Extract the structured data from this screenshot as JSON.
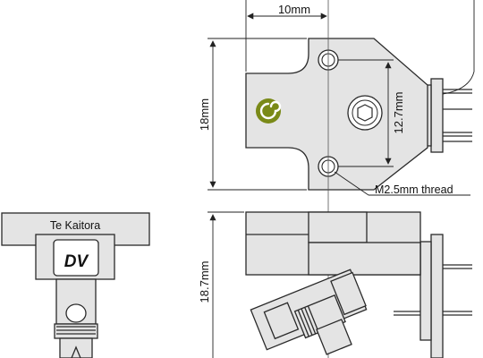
{
  "dimensions": {
    "width": "10mm",
    "height": "18mm",
    "pin_spacing": "12.7mm",
    "thread": "M2.5mm thread",
    "body_height": "18.7mm"
  },
  "front_view": {
    "brand": "Te Kaitora",
    "model": "DV"
  },
  "colors": {
    "body_fill": "#e4e4e4",
    "logo": "#7a8a18",
    "line": "#2a2a2a"
  },
  "icons": [
    "spiral-logo-icon",
    "hex-socket-screw-icon"
  ]
}
